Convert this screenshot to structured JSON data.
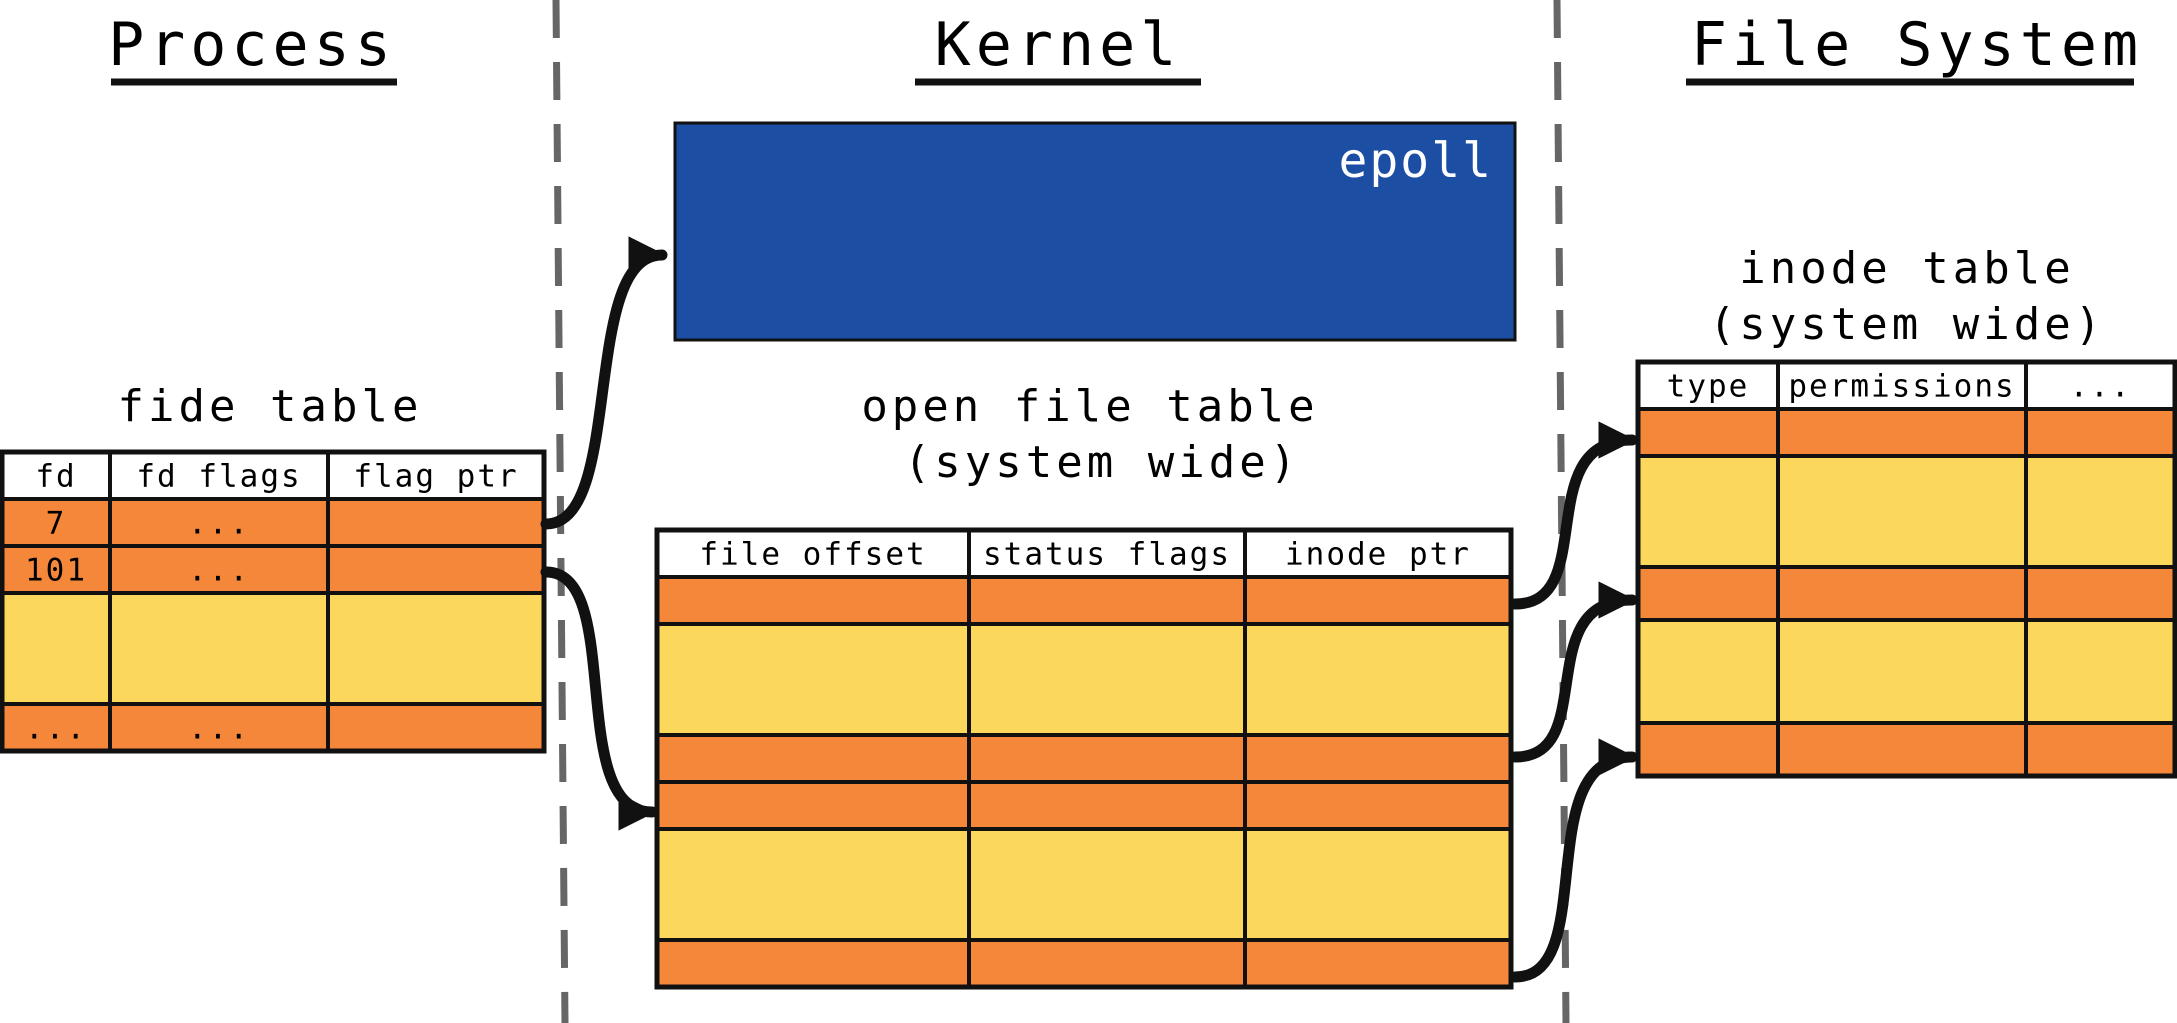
{
  "sections": {
    "process": "Process",
    "kernel": "Kernel",
    "file_system": "File System"
  },
  "epoll": {
    "label": "epoll"
  },
  "fd_table": {
    "title": "fide table",
    "columns": [
      "fd",
      "fd flags",
      "flag ptr"
    ],
    "rows": [
      {
        "kind": "orange",
        "cells": [
          "7",
          "...",
          ""
        ]
      },
      {
        "kind": "orange",
        "cells": [
          "101",
          "...",
          ""
        ]
      },
      {
        "kind": "yellow",
        "cells": [
          "",
          "",
          ""
        ]
      },
      {
        "kind": "orange",
        "cells": [
          "...",
          "...",
          ""
        ]
      }
    ]
  },
  "open_file_table": {
    "title_line1": "open file table",
    "title_line2": "(system wide)",
    "columns": [
      "file offset",
      "status flags",
      "inode ptr"
    ],
    "rows": [
      {
        "kind": "orange",
        "cells": [
          "",
          "",
          ""
        ]
      },
      {
        "kind": "yellow",
        "cells": [
          "",
          "",
          ""
        ]
      },
      {
        "kind": "orange",
        "cells": [
          "",
          "",
          ""
        ]
      },
      {
        "kind": "orange",
        "cells": [
          "",
          "",
          ""
        ]
      },
      {
        "kind": "yellow",
        "cells": [
          "",
          "",
          ""
        ]
      },
      {
        "kind": "orange",
        "cells": [
          "",
          "",
          ""
        ]
      }
    ]
  },
  "inode_table": {
    "title_line1": "inode table",
    "title_line2": "(system wide)",
    "columns": [
      "type",
      "permissions",
      "..."
    ],
    "rows": [
      {
        "kind": "orange",
        "cells": [
          "",
          "",
          ""
        ]
      },
      {
        "kind": "yellow",
        "cells": [
          "",
          "",
          ""
        ]
      },
      {
        "kind": "orange",
        "cells": [
          "",
          "",
          ""
        ]
      },
      {
        "kind": "yellow",
        "cells": [
          "",
          "",
          ""
        ]
      },
      {
        "kind": "orange",
        "cells": [
          "",
          "",
          ""
        ]
      }
    ]
  },
  "colors": {
    "orange": "#f5873a",
    "yellow": "#fbd75b",
    "header": "#ffffff",
    "epoll": "#1c4fa3",
    "line": "#111111",
    "divider": "#666666"
  }
}
